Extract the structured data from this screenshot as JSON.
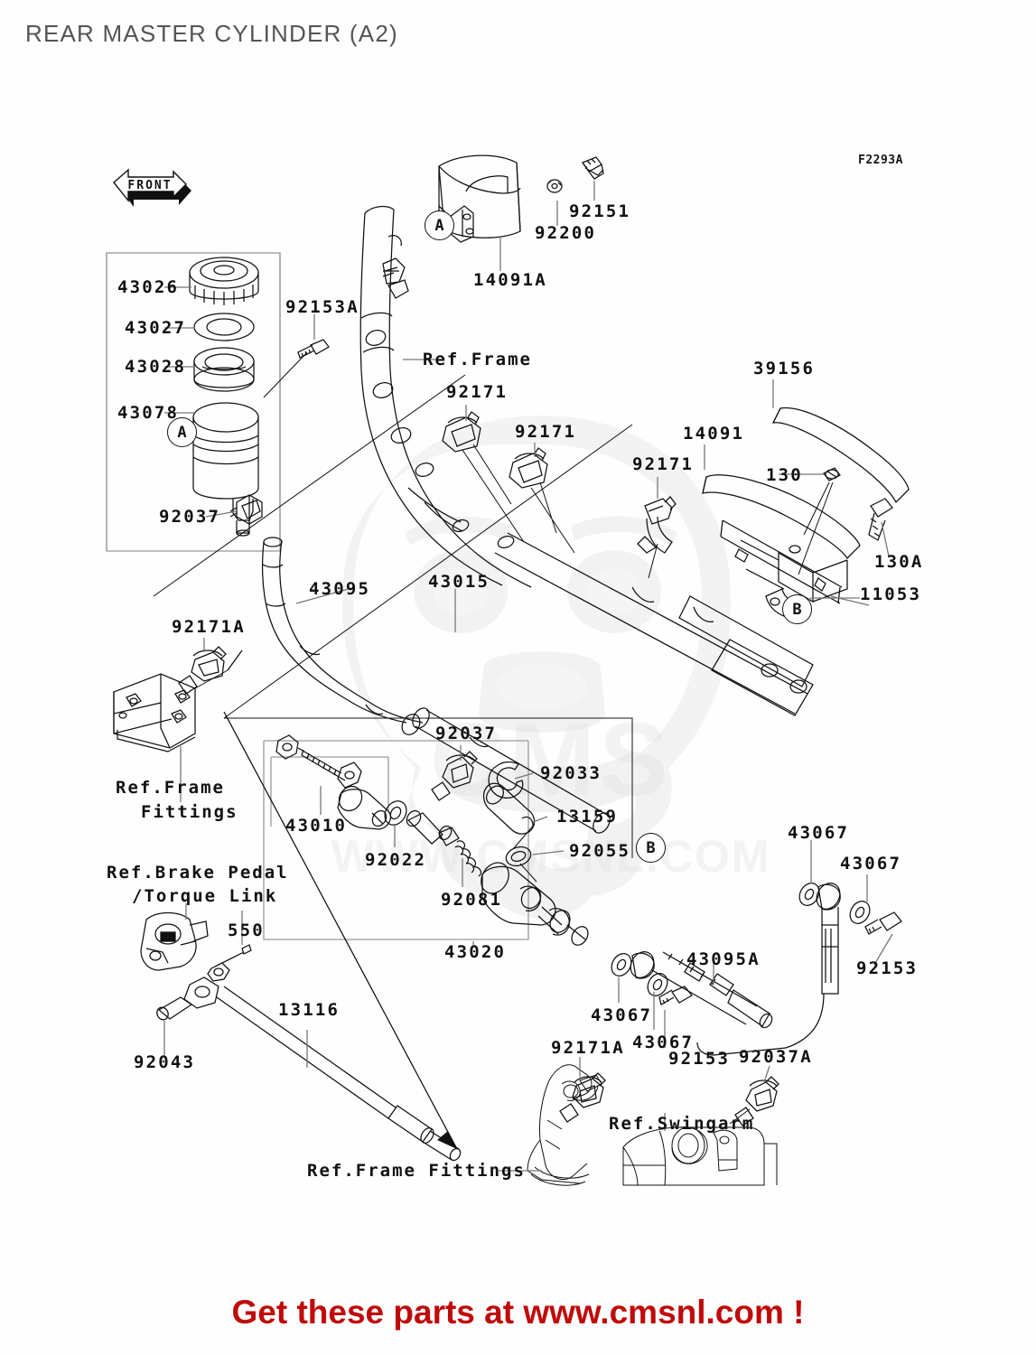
{
  "document": {
    "title": "REAR MASTER CYLINDER (A2)",
    "sheet_code": "F2293A",
    "footer": "Get these parts at www.cmsnl.com !",
    "front_marker": "FRONT",
    "watermark_text": "WWW.CMSNL.COM",
    "watermark_logo_text": "CMS"
  },
  "callouts": [
    {
      "letter": "A",
      "id": "callout-a-top"
    },
    {
      "letter": "A",
      "id": "callout-a-reservoir"
    },
    {
      "letter": "B",
      "id": "callout-b-upper"
    },
    {
      "letter": "B",
      "id": "callout-b-lower"
    }
  ],
  "labels": {
    "l43026": "43026",
    "l43027": "43027",
    "l43028": "43028",
    "l43078": "43078",
    "l92153A": "92153A",
    "l92037_reservoir": "92037",
    "l92151": "92151",
    "l92200": "92200",
    "l14091A": "14091A",
    "l39156": "39156",
    "l14091": "14091",
    "l130": "130",
    "l130A": "130A",
    "l11053": "11053",
    "l92171_a": "92171",
    "l92171_b": "92171",
    "l92171_c": "92171",
    "l92171A_left": "92171A",
    "l92171A_bottom": "92171A",
    "l43095": "43095",
    "l43015": "43015",
    "l43010": "43010",
    "l92022": "92022",
    "l92081": "92081",
    "l43020": "43020",
    "l92037_mid": "92037",
    "l92033": "92033",
    "l13159": "13159",
    "l92055": "92055",
    "l43067_a": "43067",
    "l43067_b": "43067",
    "l43067_c": "43067",
    "l43067_d": "43067",
    "l43095A": "43095A",
    "l92153_right": "92153",
    "l92153_mid": "92153",
    "l92037A": "92037A",
    "l550": "550",
    "l92043": "92043",
    "l13116": "13116",
    "ref_frame": "Ref.Frame",
    "ref_frame_fittings_left_1": "Ref.Frame",
    "ref_frame_fittings_left_2": "Fittings",
    "ref_brake_pedal_1": "Ref.Brake Pedal",
    "ref_brake_pedal_2": "/Torque Link",
    "ref_frame_fittings_bottom": "Ref.Frame Fittings",
    "ref_swingarm": "Ref.Swingarm"
  },
  "colors": {
    "title": "#555557",
    "footer": "#c00a0a",
    "line": "#111111",
    "leader": "#777777",
    "group_box": "#9a9a9a",
    "background": "#fefefe"
  }
}
